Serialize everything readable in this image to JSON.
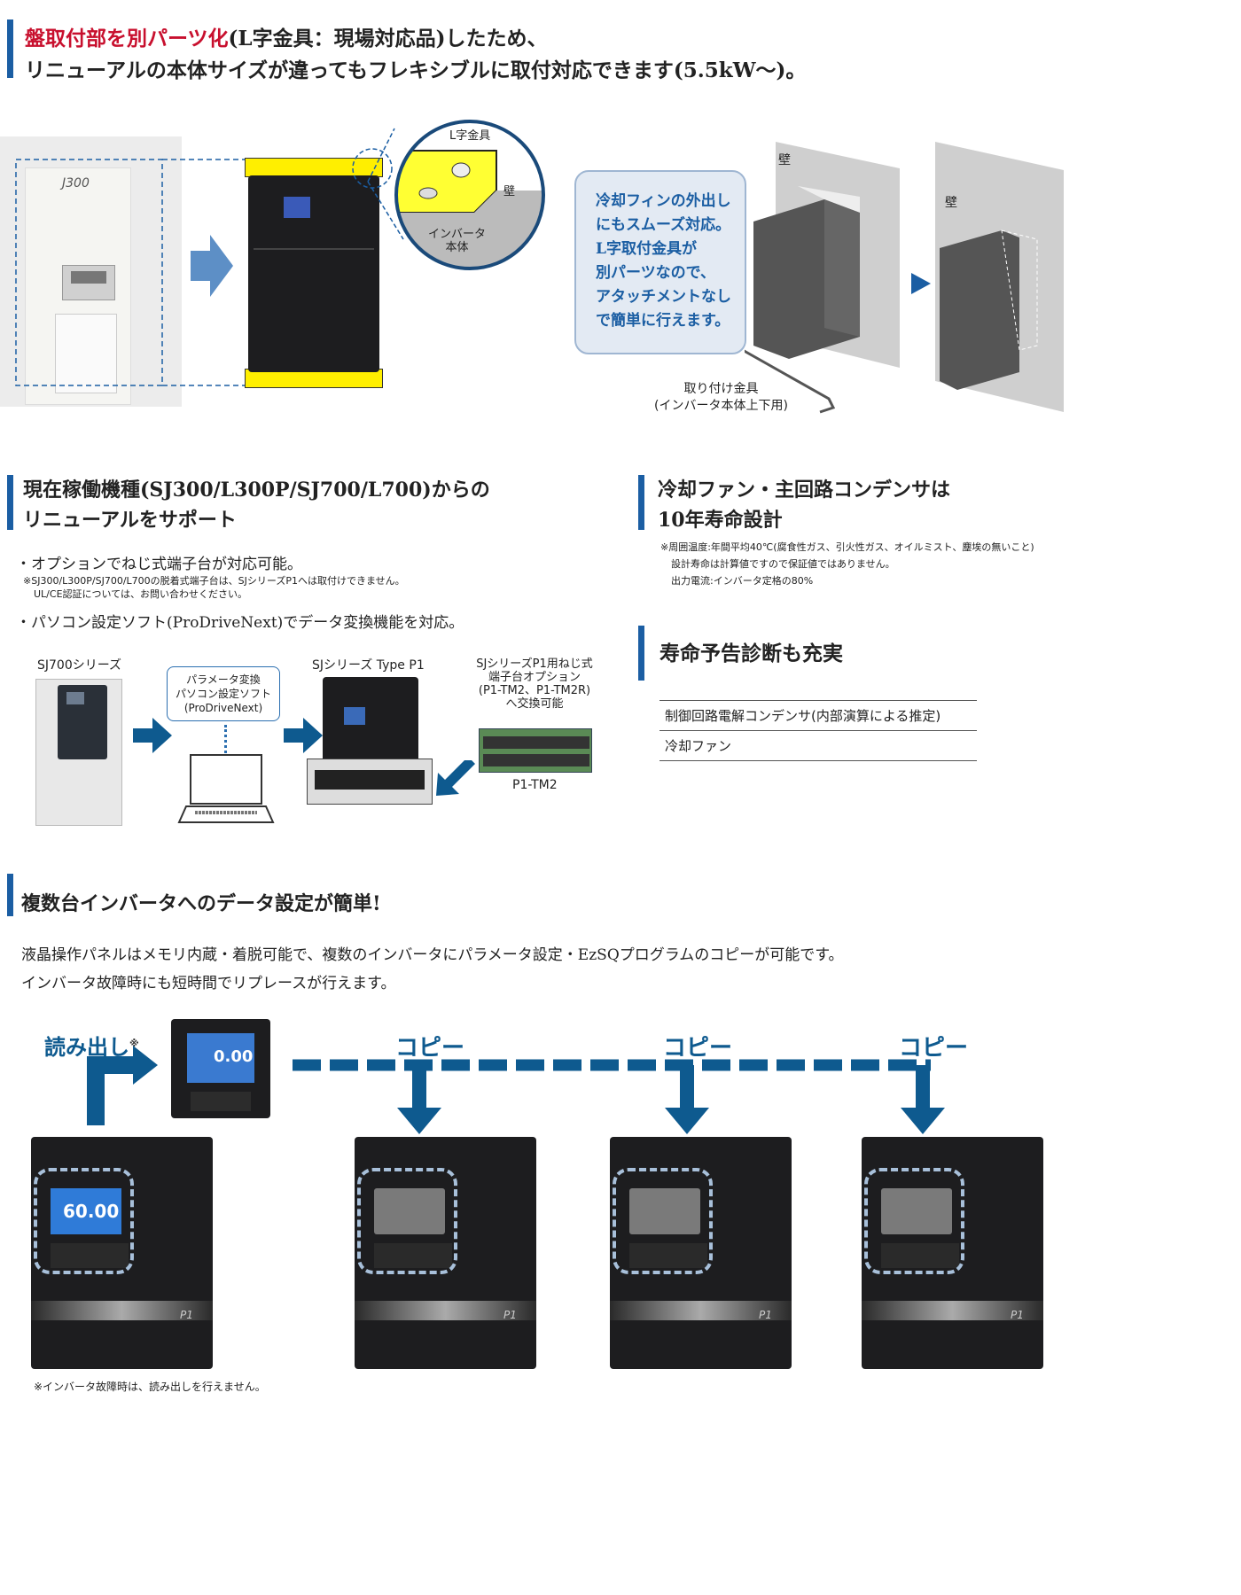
{
  "section1": {
    "title_red": "盤取付部を別パーツ化",
    "title_rest1": "(L字金具：現場対応品)したため、",
    "title_line2": "リニューアルの本体サイズが違ってもフレキシブルに取付対応できます(5.5kW〜)。",
    "label_bracket": "L字金具",
    "label_wall": "壁",
    "label_inverter_1": "インバータ",
    "label_inverter_2": "本体",
    "old_model_text": "J300",
    "callout_lines": [
      "冷却フィンの外出し",
      "にもスムーズ対応。",
      "L字取付金具が",
      "別パーツなので、",
      "アタッチメントなし",
      "で簡単に行えます。"
    ],
    "wall_left": "壁",
    "wall_right": "壁",
    "mount_label_1": "取り付け金具",
    "mount_label_2": "(インバータ本体上下用)"
  },
  "section2": {
    "title_1": "現在稼働機種(SJ300/L300P/SJ700/L700)からの",
    "title_2": "リニューアルをサポート",
    "bullet1": "・オプションでねじ式端子台が対応可能。",
    "note1_1": "※SJ300/L300P/SJ700/L700の脱着式端子台は、SJシリーズP1へは取付けできません。",
    "note1_2": "UL/CE認証については、お問い合わせください。",
    "bullet2": "・パソコン設定ソフト(ProDriveNext)でデータ変換機能を対応。",
    "sj700_label": "SJ700シリーズ",
    "software_1": "パラメータ変換",
    "software_2": "パソコン設定ソフト",
    "software_3": "(ProDriveNext)",
    "p1_label": "SJシリーズ Type P1",
    "option_1": "SJシリーズP1用ねじ式",
    "option_2": "端子台オプション",
    "option_3": "(P1-TM2、P1-TM2R)",
    "option_4": "へ交換可能",
    "option_name": "P1-TM2"
  },
  "section3": {
    "title_1": "冷却ファン・主回路コンデンサは",
    "title_2": "10年寿命設計",
    "note_1": "※周囲温度:年間平均40℃(腐食性ガス、引火性ガス、オイルミスト、塵埃の無いこと)",
    "note_2": "設計寿命は計算値ですので保証値ではありません。",
    "note_3": "出力電流:インバータ定格の80%"
  },
  "section4": {
    "title": "寿命予告診断も充実",
    "rows": [
      "制御回路電解コンデンサ(内部演算による推定)",
      "冷却ファン"
    ]
  },
  "section5": {
    "title": "複数台インバータへのデータ設定が簡単!",
    "desc_1": "液晶操作パネルはメモリ内蔵・着脱可能で、複数のインバータにパラメータ設定・EzSQプログラムのコピーが可能です。",
    "desc_2": "インバータ故障時にも短時間でリプレースが行えます。",
    "read_label": "読み出し",
    "read_mark": "※",
    "copy_labels": [
      "コピー",
      "コピー",
      "コピー"
    ],
    "panel_display": "0.00",
    "first_display": "60.00",
    "model_badge": "P1",
    "footnote": "※インバータ故障時は、読み出しを行えません。"
  },
  "colors": {
    "accent_bar": "#1b5ea3",
    "red": "#c8102e",
    "navy_arrow": "#0e5a8f",
    "callout_bg": "#e3eaf3",
    "yellow": "#ffff00"
  }
}
